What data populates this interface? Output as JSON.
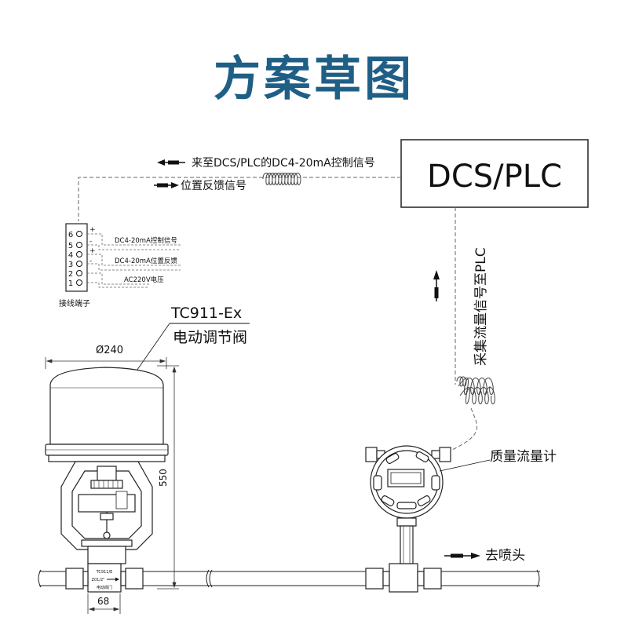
{
  "title": "方案草图",
  "labels": {
    "control_signal": "来至DCS/PLC的DC4-20mA控制信号",
    "position_feedback": "位置反馈信号",
    "dcs_plc": "DCS/PLC",
    "acquire_signal": "采集流量信号至PLC",
    "terminal_block": "接线端子",
    "valve_model": "TC911-Ex",
    "valve_name": "电动调节阀",
    "diameter": "Ø240",
    "height": "550",
    "width": "68",
    "mass_flow_meter": "质量流量计",
    "to_nozzle": "去喷头",
    "nameplate_model": "TC911/E",
    "nameplate_size": "Z01/2\"",
    "nameplate_name": "电动阀门"
  },
  "terminals": [
    {
      "num": "6",
      "sign": "+"
    },
    {
      "num": "5",
      "sign": "-"
    },
    {
      "num": "4",
      "sign": "+"
    },
    {
      "num": "3",
      "sign": "-"
    },
    {
      "num": "2",
      "sign": ""
    },
    {
      "num": "1",
      "sign": ""
    }
  ],
  "terminal_notes": [
    "DC4-20mA控制信号",
    "DC4-20mA位置反馈",
    "AC220V电压"
  ]
}
